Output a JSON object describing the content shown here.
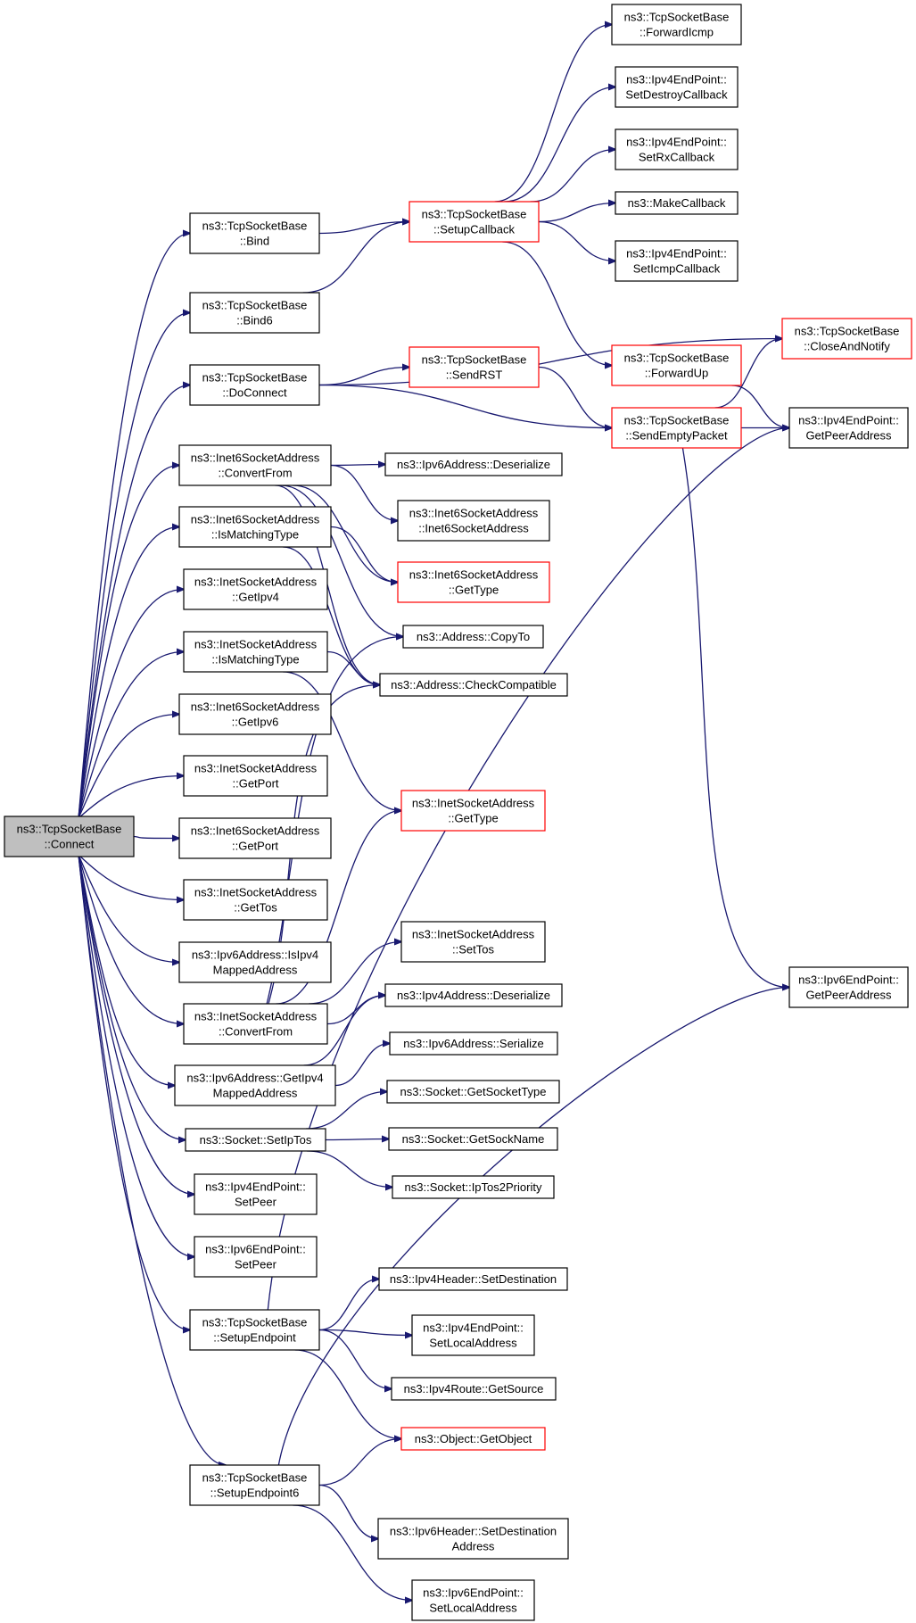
{
  "colors": {
    "edge": "#191970",
    "missing_border": "#ff0000",
    "root_fill": "#bfbfbf"
  },
  "nodes": [
    {
      "id": "connect",
      "lines": [
        "ns3::TcpSocketBase",
        "::Connect"
      ],
      "root": true
    },
    {
      "id": "bind",
      "lines": [
        "ns3::TcpSocketBase",
        "::Bind"
      ]
    },
    {
      "id": "bind6",
      "lines": [
        "ns3::TcpSocketBase",
        "::Bind6"
      ]
    },
    {
      "id": "doconnect",
      "lines": [
        "ns3::TcpSocketBase",
        "::DoConnect"
      ]
    },
    {
      "id": "i6sa_convertfrom",
      "lines": [
        "ns3::Inet6SocketAddress",
        "::ConvertFrom"
      ]
    },
    {
      "id": "i6sa_ismatching",
      "lines": [
        "ns3::Inet6SocketAddress",
        "::IsMatchingType"
      ]
    },
    {
      "id": "isa_getipv4",
      "lines": [
        "ns3::InetSocketAddress",
        "::GetIpv4"
      ]
    },
    {
      "id": "isa_ismatching",
      "lines": [
        "ns3::InetSocketAddress",
        "::IsMatchingType"
      ]
    },
    {
      "id": "i6sa_getipv6",
      "lines": [
        "ns3::Inet6SocketAddress",
        "::GetIpv6"
      ]
    },
    {
      "id": "isa_getport",
      "lines": [
        "ns3::InetSocketAddress",
        "::GetPort"
      ]
    },
    {
      "id": "i6sa_getport",
      "lines": [
        "ns3::Inet6SocketAddress",
        "::GetPort"
      ]
    },
    {
      "id": "isa_gettos",
      "lines": [
        "ns3::InetSocketAddress",
        "::GetTos"
      ]
    },
    {
      "id": "ipv6_isipv4mapped",
      "lines": [
        "ns3::Ipv6Address::IsIpv4",
        "MappedAddress"
      ]
    },
    {
      "id": "isa_convertfrom",
      "lines": [
        "ns3::InetSocketAddress",
        "::ConvertFrom"
      ]
    },
    {
      "id": "ipv6_getipv4mapped",
      "lines": [
        "ns3::Ipv6Address::GetIpv4",
        "MappedAddress"
      ]
    },
    {
      "id": "socket_setiptos",
      "lines": [
        "ns3::Socket::SetIpTos"
      ]
    },
    {
      "id": "ipv4ep_setpeer",
      "lines": [
        "ns3::Ipv4EndPoint::",
        "SetPeer"
      ]
    },
    {
      "id": "ipv6ep_setpeer",
      "lines": [
        "ns3::Ipv6EndPoint::",
        "SetPeer"
      ]
    },
    {
      "id": "setupendpoint",
      "lines": [
        "ns3::TcpSocketBase",
        "::SetupEndpoint"
      ]
    },
    {
      "id": "setupendpoint6",
      "lines": [
        "ns3::TcpSocketBase",
        "::SetupEndpoint6"
      ]
    },
    {
      "id": "setupcallback",
      "lines": [
        "ns3::TcpSocketBase",
        "::SetupCallback"
      ],
      "red": true
    },
    {
      "id": "sendrst",
      "lines": [
        "ns3::TcpSocketBase",
        "::SendRST"
      ],
      "red": true
    },
    {
      "id": "ipv6addr_deserialize",
      "lines": [
        "ns3::Ipv6Address::Deserialize"
      ]
    },
    {
      "id": "i6sa_ctor",
      "lines": [
        "ns3::Inet6SocketAddress",
        "::Inet6SocketAddress"
      ]
    },
    {
      "id": "i6sa_gettype",
      "lines": [
        "ns3::Inet6SocketAddress",
        "::GetType"
      ],
      "red": true
    },
    {
      "id": "addr_copyto",
      "lines": [
        "ns3::Address::CopyTo"
      ]
    },
    {
      "id": "addr_checkcompat",
      "lines": [
        "ns3::Address::CheckCompatible"
      ]
    },
    {
      "id": "isa_gettype",
      "lines": [
        "ns3::InetSocketAddress",
        "::GetType"
      ],
      "red": true
    },
    {
      "id": "isa_settos",
      "lines": [
        "ns3::InetSocketAddress",
        "::SetTos"
      ]
    },
    {
      "id": "ipv4addr_deserialize",
      "lines": [
        "ns3::Ipv4Address::Deserialize"
      ]
    },
    {
      "id": "ipv6addr_serialize",
      "lines": [
        "ns3::Ipv6Address::Serialize"
      ]
    },
    {
      "id": "socket_getsockettype",
      "lines": [
        "ns3::Socket::GetSocketType"
      ]
    },
    {
      "id": "socket_getsockname",
      "lines": [
        "ns3::Socket::GetSockName"
      ]
    },
    {
      "id": "socket_iptos2priority",
      "lines": [
        "ns3::Socket::IpTos2Priority"
      ]
    },
    {
      "id": "ipv4hdr_setdest",
      "lines": [
        "ns3::Ipv4Header::SetDestination"
      ]
    },
    {
      "id": "ipv4ep_setlocaladdr",
      "lines": [
        "ns3::Ipv4EndPoint::",
        "SetLocalAddress"
      ]
    },
    {
      "id": "ipv4route_getsource",
      "lines": [
        "ns3::Ipv4Route::GetSource"
      ]
    },
    {
      "id": "object_getobject",
      "lines": [
        "ns3::Object::GetObject"
      ],
      "red": true
    },
    {
      "id": "ipv6hdr_setdest",
      "lines": [
        "ns3::Ipv6Header::SetDestination",
        "Address"
      ]
    },
    {
      "id": "ipv6ep_setlocaladdr",
      "lines": [
        "ns3::Ipv6EndPoint::",
        "SetLocalAddress"
      ]
    },
    {
      "id": "forwardicmp",
      "lines": [
        "ns3::TcpSocketBase",
        "::ForwardIcmp"
      ]
    },
    {
      "id": "ipv4ep_setdestroycb",
      "lines": [
        "ns3::Ipv4EndPoint::",
        "SetDestroyCallback"
      ]
    },
    {
      "id": "ipv4ep_setrxcb",
      "lines": [
        "ns3::Ipv4EndPoint::",
        "SetRxCallback"
      ]
    },
    {
      "id": "makecallback",
      "lines": [
        "ns3::MakeCallback"
      ]
    },
    {
      "id": "ipv4ep_seticmpcb",
      "lines": [
        "ns3::Ipv4EndPoint::",
        "SetIcmpCallback"
      ]
    },
    {
      "id": "forwardup",
      "lines": [
        "ns3::TcpSocketBase",
        "::ForwardUp"
      ],
      "red": true
    },
    {
      "id": "sendemptypacket",
      "lines": [
        "ns3::TcpSocketBase",
        "::SendEmptyPacket"
      ],
      "red": true
    },
    {
      "id": "closeandnotify",
      "lines": [
        "ns3::TcpSocketBase",
        "::CloseAndNotify"
      ],
      "red": true
    },
    {
      "id": "ipv4ep_getpeeraddr",
      "lines": [
        "ns3::Ipv4EndPoint::",
        "GetPeerAddress"
      ]
    },
    {
      "id": "ipv6ep_getpeeraddr",
      "lines": [
        "ns3::Ipv6EndPoint::",
        "GetPeerAddress"
      ]
    }
  ],
  "edges": [
    [
      "connect",
      "bind"
    ],
    [
      "connect",
      "bind6"
    ],
    [
      "connect",
      "doconnect"
    ],
    [
      "connect",
      "i6sa_convertfrom"
    ],
    [
      "connect",
      "i6sa_ismatching"
    ],
    [
      "connect",
      "isa_getipv4"
    ],
    [
      "connect",
      "isa_ismatching"
    ],
    [
      "connect",
      "i6sa_getipv6"
    ],
    [
      "connect",
      "isa_getport"
    ],
    [
      "connect",
      "i6sa_getport"
    ],
    [
      "connect",
      "isa_gettos"
    ],
    [
      "connect",
      "ipv6_isipv4mapped"
    ],
    [
      "connect",
      "isa_convertfrom"
    ],
    [
      "connect",
      "ipv6_getipv4mapped"
    ],
    [
      "connect",
      "socket_setiptos"
    ],
    [
      "connect",
      "ipv4ep_setpeer"
    ],
    [
      "connect",
      "ipv6ep_setpeer"
    ],
    [
      "connect",
      "setupendpoint"
    ],
    [
      "connect",
      "setupendpoint6"
    ],
    [
      "bind",
      "setupcallback"
    ],
    [
      "bind6",
      "setupcallback"
    ],
    [
      "doconnect",
      "sendrst"
    ],
    [
      "doconnect",
      "closeandnotify"
    ],
    [
      "doconnect",
      "sendemptypacket"
    ],
    [
      "sendrst",
      "sendemptypacket"
    ],
    [
      "setupcallback",
      "forwardicmp"
    ],
    [
      "setupcallback",
      "ipv4ep_setdestroycb"
    ],
    [
      "setupcallback",
      "ipv4ep_setrxcb"
    ],
    [
      "setupcallback",
      "makecallback"
    ],
    [
      "setupcallback",
      "ipv4ep_seticmpcb"
    ],
    [
      "setupcallback",
      "forwardup"
    ],
    [
      "forwardup",
      "ipv4ep_getpeeraddr"
    ],
    [
      "sendemptypacket",
      "closeandnotify"
    ],
    [
      "sendemptypacket",
      "ipv4ep_getpeeraddr"
    ],
    [
      "sendemptypacket",
      "ipv6ep_getpeeraddr"
    ],
    [
      "i6sa_convertfrom",
      "ipv6addr_deserialize"
    ],
    [
      "i6sa_convertfrom",
      "i6sa_ctor"
    ],
    [
      "i6sa_convertfrom",
      "i6sa_gettype"
    ],
    [
      "i6sa_convertfrom",
      "addr_copyto"
    ],
    [
      "i6sa_convertfrom",
      "addr_checkcompat"
    ],
    [
      "i6sa_ismatching",
      "i6sa_gettype"
    ],
    [
      "i6sa_ismatching",
      "addr_checkcompat"
    ],
    [
      "isa_ismatching",
      "addr_checkcompat"
    ],
    [
      "isa_ismatching",
      "isa_gettype"
    ],
    [
      "isa_convertfrom",
      "isa_settos"
    ],
    [
      "isa_convertfrom",
      "ipv4addr_deserialize"
    ],
    [
      "isa_convertfrom",
      "addr_copyto"
    ],
    [
      "isa_convertfrom",
      "addr_checkcompat"
    ],
    [
      "isa_convertfrom",
      "isa_gettype"
    ],
    [
      "ipv6_getipv4mapped",
      "ipv4addr_deserialize"
    ],
    [
      "ipv6_getipv4mapped",
      "ipv6addr_serialize"
    ],
    [
      "socket_setiptos",
      "socket_getsockettype"
    ],
    [
      "socket_setiptos",
      "socket_getsockname"
    ],
    [
      "socket_setiptos",
      "socket_iptos2priority"
    ],
    [
      "setupendpoint",
      "ipv4ep_getpeeraddr"
    ],
    [
      "setupendpoint",
      "ipv4hdr_setdest"
    ],
    [
      "setupendpoint",
      "ipv4ep_setlocaladdr"
    ],
    [
      "setupendpoint",
      "ipv4route_getsource"
    ],
    [
      "setupendpoint",
      "object_getobject"
    ],
    [
      "setupendpoint6",
      "object_getobject"
    ],
    [
      "setupendpoint6",
      "ipv6ep_getpeeraddr"
    ],
    [
      "setupendpoint6",
      "ipv6hdr_setdest"
    ],
    [
      "setupendpoint6",
      "ipv6ep_setlocaladdr"
    ]
  ]
}
